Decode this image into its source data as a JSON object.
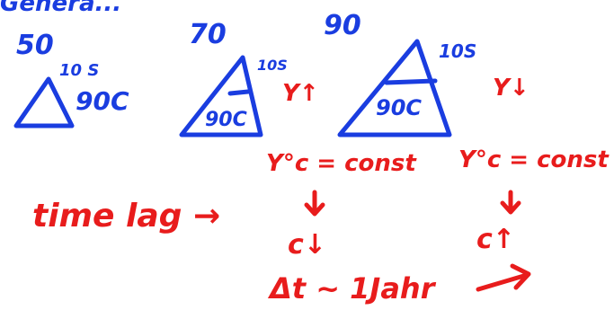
{
  "colors": {
    "blue_ink": "#1a3de0",
    "red_ink": "#e81c1c",
    "background": "#ffffff"
  },
  "top_label": "Genera...",
  "triangles": [
    {
      "label": "50",
      "top_value": "10 S",
      "bottom_value": "90C"
    },
    {
      "label": "70",
      "top_value": "10S",
      "bottom_value": "90C"
    },
    {
      "label": "90",
      "top_value": "10S",
      "bottom_value": "90C"
    }
  ],
  "red_notes": {
    "r_up": "Y↑",
    "r_down": "Y↓",
    "const_left": "Y°c = const",
    "const_right": "Y°c = const",
    "time_lag": "time lag →",
    "c_down": "c↓",
    "c_up": "c↑",
    "delta_t": "Δt ~ 1Jahr"
  }
}
